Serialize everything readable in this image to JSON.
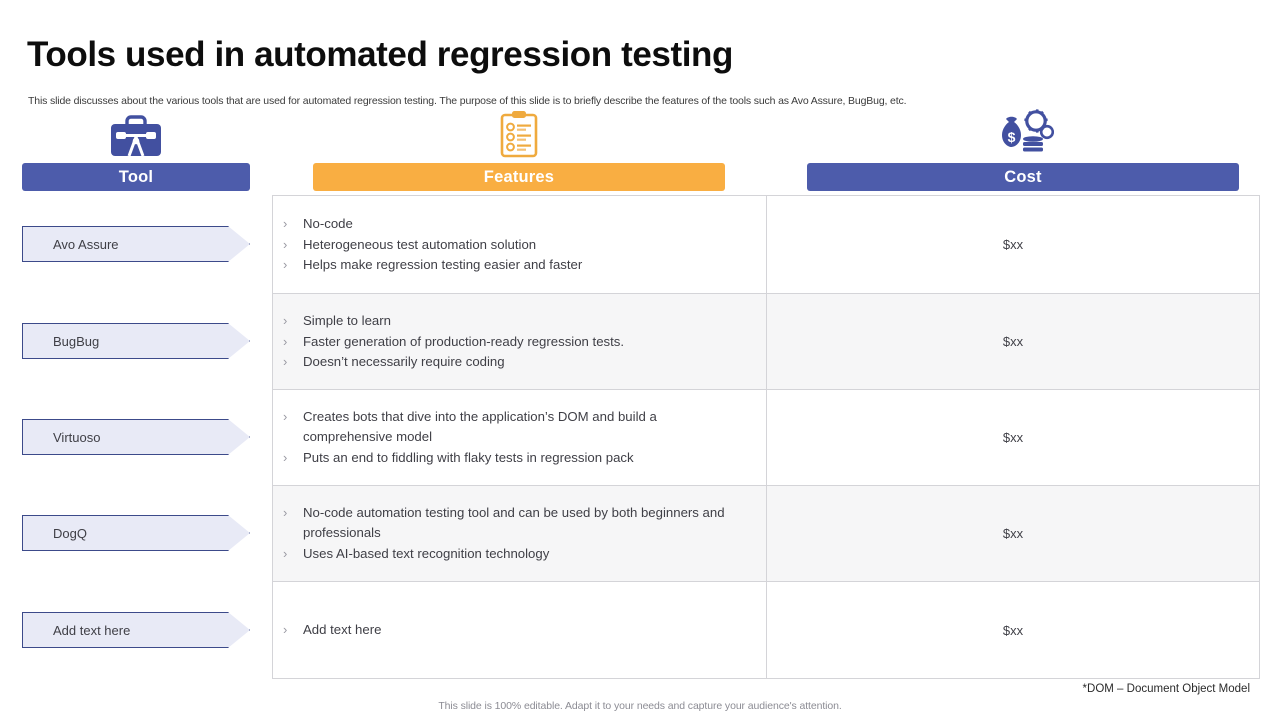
{
  "slide": {
    "title": "Tools used in automated regression testing",
    "subtitle": "This slide discusses about the various tools that are used for automated regression testing. The purpose of this slide is to briefly describe the features of the tools such as Avo Assure, BugBug, etc.",
    "footnote": "*DOM – Document Object Model",
    "footer": "This slide is 100% editable. Adapt it to your needs and capture your audience's attention."
  },
  "colors": {
    "header_blue": "#4d5cab",
    "header_orange": "#f9ae42",
    "chevron_fill": "#e8eaf6",
    "chevron_border": "#3c4a8a",
    "row_alt": "#f6f6f7",
    "table_border": "#d4d4d8",
    "text": "#3f3f46"
  },
  "columns": {
    "tool": {
      "label": "Tool",
      "icon": "toolbox-icon"
    },
    "features": {
      "label": "Features",
      "icon": "clipboard-checklist-icon"
    },
    "cost": {
      "label": "Cost",
      "icon": "money-bag-gears-icon"
    }
  },
  "rows": [
    {
      "tool": "Avo Assure",
      "features": [
        "No-code",
        "Heterogeneous test automation solution",
        "Helps make regression testing easier and faster"
      ],
      "cost": "$xx"
    },
    {
      "tool": "BugBug",
      "features": [
        "Simple to learn",
        "Faster generation of production-ready regression tests.",
        "Doesn’t necessarily require coding"
      ],
      "cost": "$xx"
    },
    {
      "tool": "Virtuoso",
      "features": [
        "Creates bots that dive into the application’s DOM and build a comprehensive model",
        "Puts an end to fiddling with flaky tests in regression pack"
      ],
      "cost": "$xx"
    },
    {
      "tool": "DogQ",
      "features": [
        "No-code automation testing tool and can be used by both beginners and professionals",
        "Uses AI-based text recognition technology"
      ],
      "cost": "$xx"
    },
    {
      "tool": "Add text here",
      "features": [
        "Add text here"
      ],
      "cost": "$xx"
    }
  ],
  "bullet_glyph": "›"
}
